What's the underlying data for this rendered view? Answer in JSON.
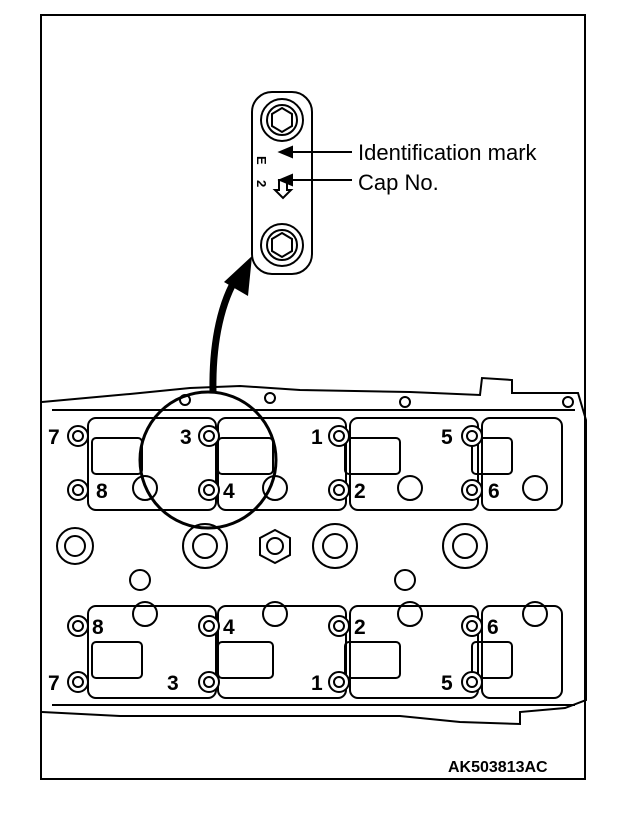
{
  "callouts": {
    "identification": "Identification mark",
    "cap_no": "Cap No."
  },
  "cap_detail": {
    "mark_letter": "E",
    "cap_number": "2"
  },
  "bearing_caps": {
    "row1": [
      "7",
      "3",
      "1",
      "5"
    ],
    "row2": [
      "8",
      "4",
      "2",
      "6"
    ],
    "row3": [
      "8",
      "4",
      "2",
      "6"
    ],
    "row4": [
      "7",
      "3",
      "1",
      "5"
    ]
  },
  "figure_code": "AK503813AC",
  "colors": {
    "line": "#000000",
    "background": "#ffffff"
  }
}
